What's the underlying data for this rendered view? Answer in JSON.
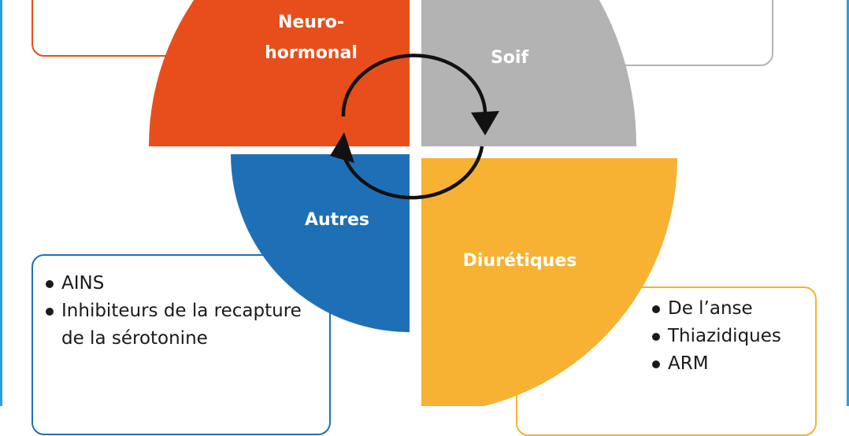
{
  "colors": {
    "frame": "#2e9fd8",
    "neurohormonal": "#e84e1b",
    "soif": "#b3b3b3",
    "autres": "#1f6fb7",
    "diuretiques": "#f7b233",
    "cycle_arrows": "#111111"
  },
  "quadrants": {
    "neurohormonal": {
      "label_line1": "Neuro-",
      "label_line2": "hormonal"
    },
    "soif": {
      "label": "Soif"
    },
    "autres": {
      "label": "Autres"
    },
    "diuretiques": {
      "label": "Diurétiques"
    }
  },
  "autres_list": {
    "items": [
      "AINS",
      "Inhibiteurs de la recapture de la sérotonine"
    ]
  },
  "diuretiques_list": {
    "items": [
      "De l’anse",
      "Thiazidiques",
      "ARM"
    ]
  },
  "icons": {
    "cycle": "circular-arrows-icon"
  }
}
